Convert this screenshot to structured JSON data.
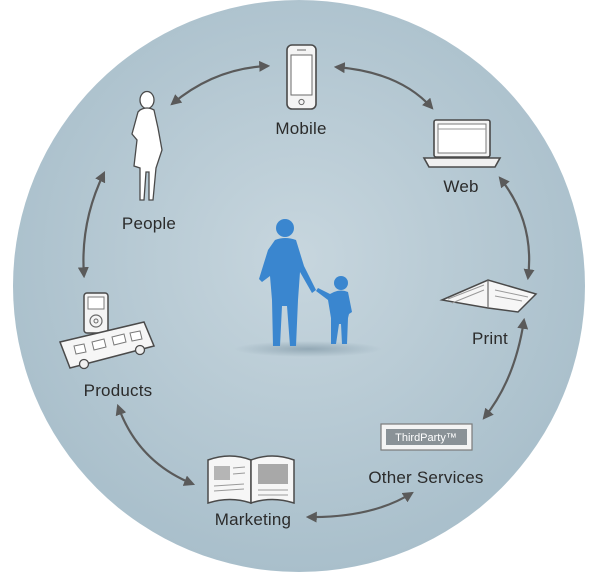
{
  "diagram": {
    "nodes": [
      {
        "id": "mobile",
        "label": "Mobile",
        "icon": "smartphone-icon"
      },
      {
        "id": "web",
        "label": "Web",
        "icon": "laptop-icon"
      },
      {
        "id": "print",
        "label": "Print",
        "icon": "folded-brochure-icon"
      },
      {
        "id": "other-services",
        "label": "Other Services",
        "icon": "third-party-badge-icon",
        "badge_text": "ThirdParty™"
      },
      {
        "id": "marketing",
        "label": "Marketing",
        "icon": "open-magazine-icon"
      },
      {
        "id": "products",
        "label": "Products",
        "icon": "ipod-and-bus-icon"
      },
      {
        "id": "people",
        "label": "People",
        "icon": "woman-silhouette-icon"
      }
    ],
    "center_icon": "parent-and-child-icon",
    "connections": "bidirectional-cycle",
    "colors": {
      "circle": "#b3c6d1",
      "circle_edge": "#a5bac6",
      "figure": "#3a86cf",
      "arrow": "#5a5a5a",
      "label": "#2b2b2b"
    }
  }
}
